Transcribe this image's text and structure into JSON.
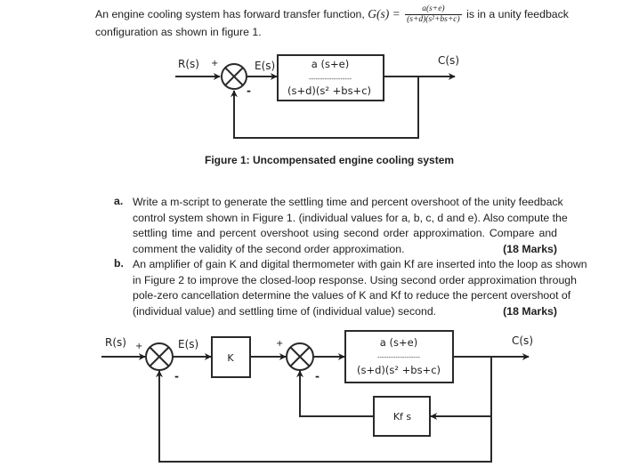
{
  "intro": {
    "line1_before": "An engine cooling system has forward transfer function, ",
    "gs_label": "G(s) =",
    "tf_numerator": "a(s+e)",
    "tf_denominator": "(s+d)(s²+bs+c)",
    "line1_after": " is in a unity feedback",
    "line2": "configuration as shown in figure 1."
  },
  "figure1": {
    "input_label": "R(s)",
    "plus_sign": "+",
    "minus_sign": "-",
    "error_label": "E(s)",
    "block_numerator": "a (s+e)",
    "block_dashes": "-------------------",
    "block_denominator": "(s+d)(s² +bs+c)",
    "output_label": "C(s)",
    "caption": "Figure 1: Uncompensated engine cooling system"
  },
  "questions": [
    {
      "label": "a.",
      "lines": [
        "Write a m-script to generate the settling time and percent overshoot of the unity feedback",
        "control system shown in Figure 1. (individual values for a, b, c, d and e). Also compute the",
        "settling time and percent overshoot using second order approximation. Compare and",
        "comment the validity of the second order approximation."
      ],
      "marks": "(18 Marks)"
    },
    {
      "label": "b.",
      "lines": [
        "An amplifier of gain K and digital thermometer with gain Kf are inserted into the loop as shown",
        "in Figure 2 to improve the closed-loop response. Using second order approximation through",
        "pole-zero cancellation determine the values of K and Kf to reduce the percent overshoot of",
        "(individual value) and  settling time of (individual value) second."
      ],
      "marks": "(18 Marks)"
    }
  ],
  "figure2": {
    "input_label": "R(s)",
    "plus_sign": "+",
    "minus_sign": "-",
    "error_label": "E(s)",
    "gain_block": "K",
    "block_numerator": "a (s+e)",
    "block_dashes": "-------------------",
    "block_denominator": "(s+d)(s² +bs+c)",
    "feedback_block": "Kf s",
    "output_label": "C(s)"
  }
}
